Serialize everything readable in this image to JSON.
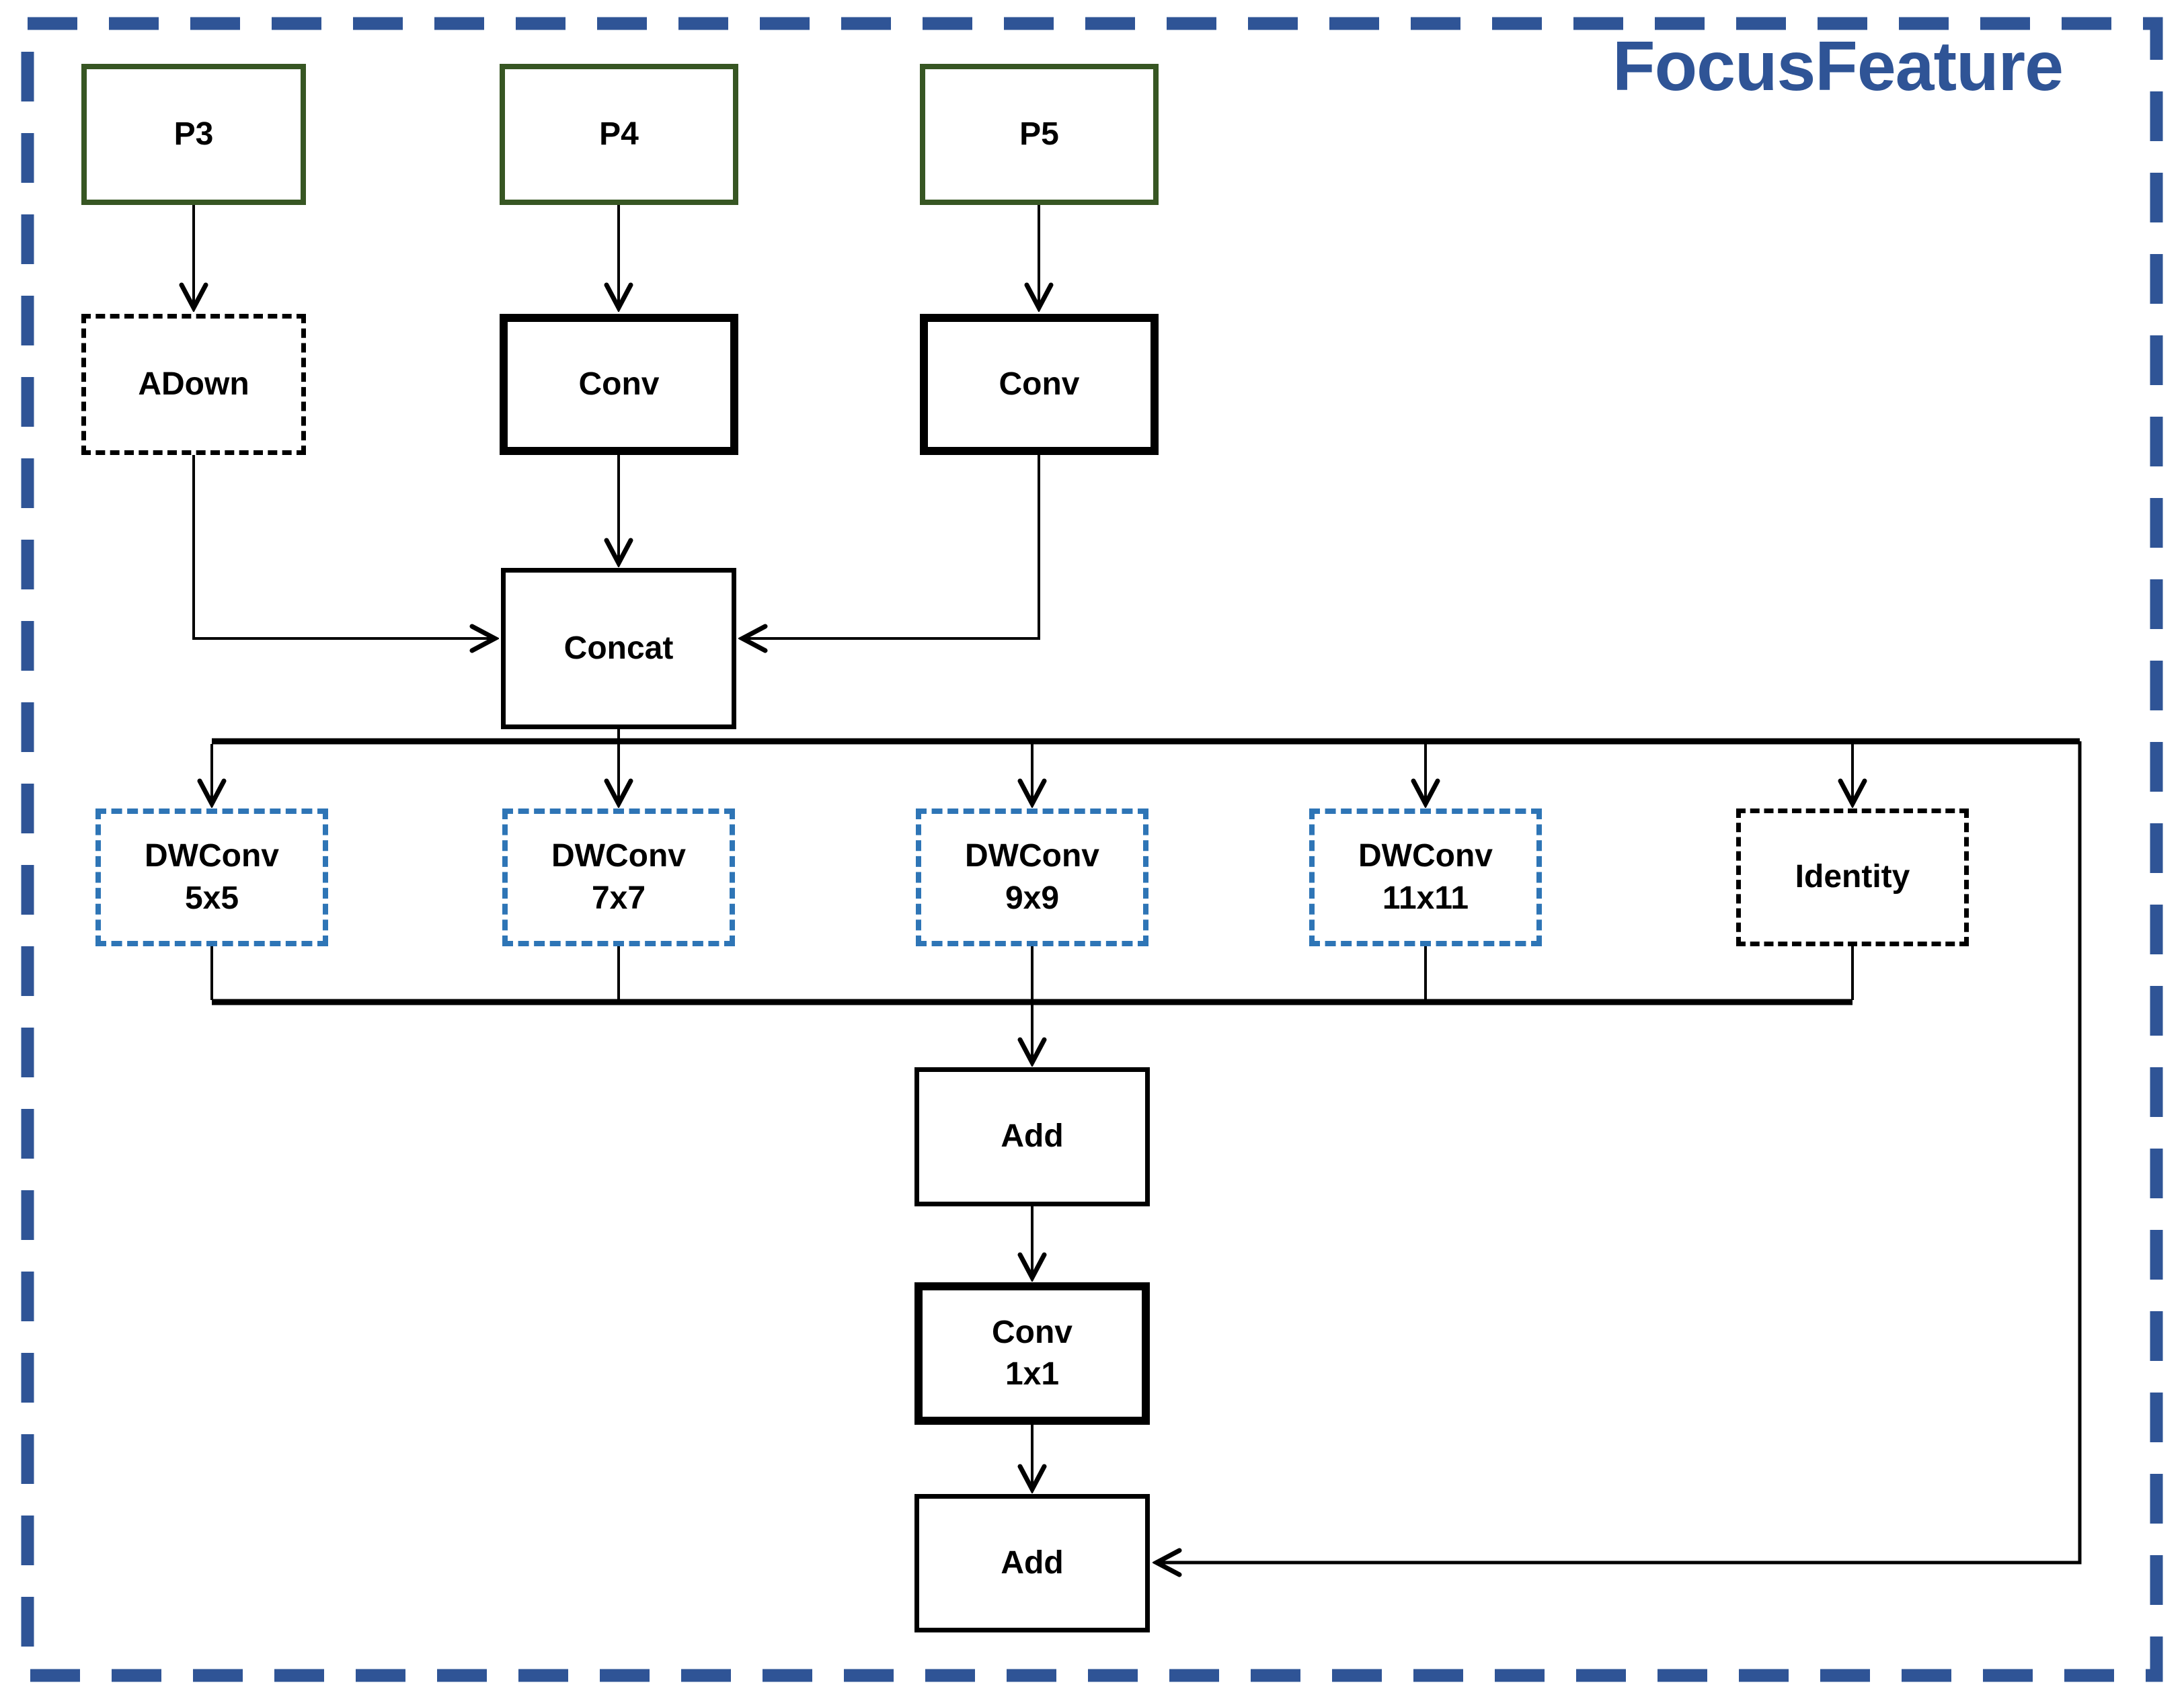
{
  "title": "FocusFeature",
  "colors": {
    "outer_border_blue": "#2F5496",
    "title_blue": "#2F5496",
    "input_box_green": "#375623",
    "branch_dash_blue": "#2E75B6",
    "line_black": "#000000",
    "background": "#ffffff"
  },
  "nodes": {
    "p3": {
      "label": "P3"
    },
    "p4": {
      "label": "P4"
    },
    "p5": {
      "label": "P5"
    },
    "adown": {
      "label": "ADown"
    },
    "conv_p4": {
      "label": "Conv"
    },
    "conv_p5": {
      "label": "Conv"
    },
    "concat": {
      "label": "Concat"
    },
    "dw5": {
      "line1": "DWConv",
      "line2": "5x5"
    },
    "dw7": {
      "line1": "DWConv",
      "line2": "7x7"
    },
    "dw9": {
      "line1": "DWConv",
      "line2": "9x9"
    },
    "dw11": {
      "line1": "DWConv",
      "line2": "11x11"
    },
    "identity": {
      "label": "Identity"
    },
    "add1": {
      "label": "Add"
    },
    "conv1x1": {
      "line1": "Conv",
      "line2": "1x1"
    },
    "add2": {
      "label": "Add"
    }
  }
}
